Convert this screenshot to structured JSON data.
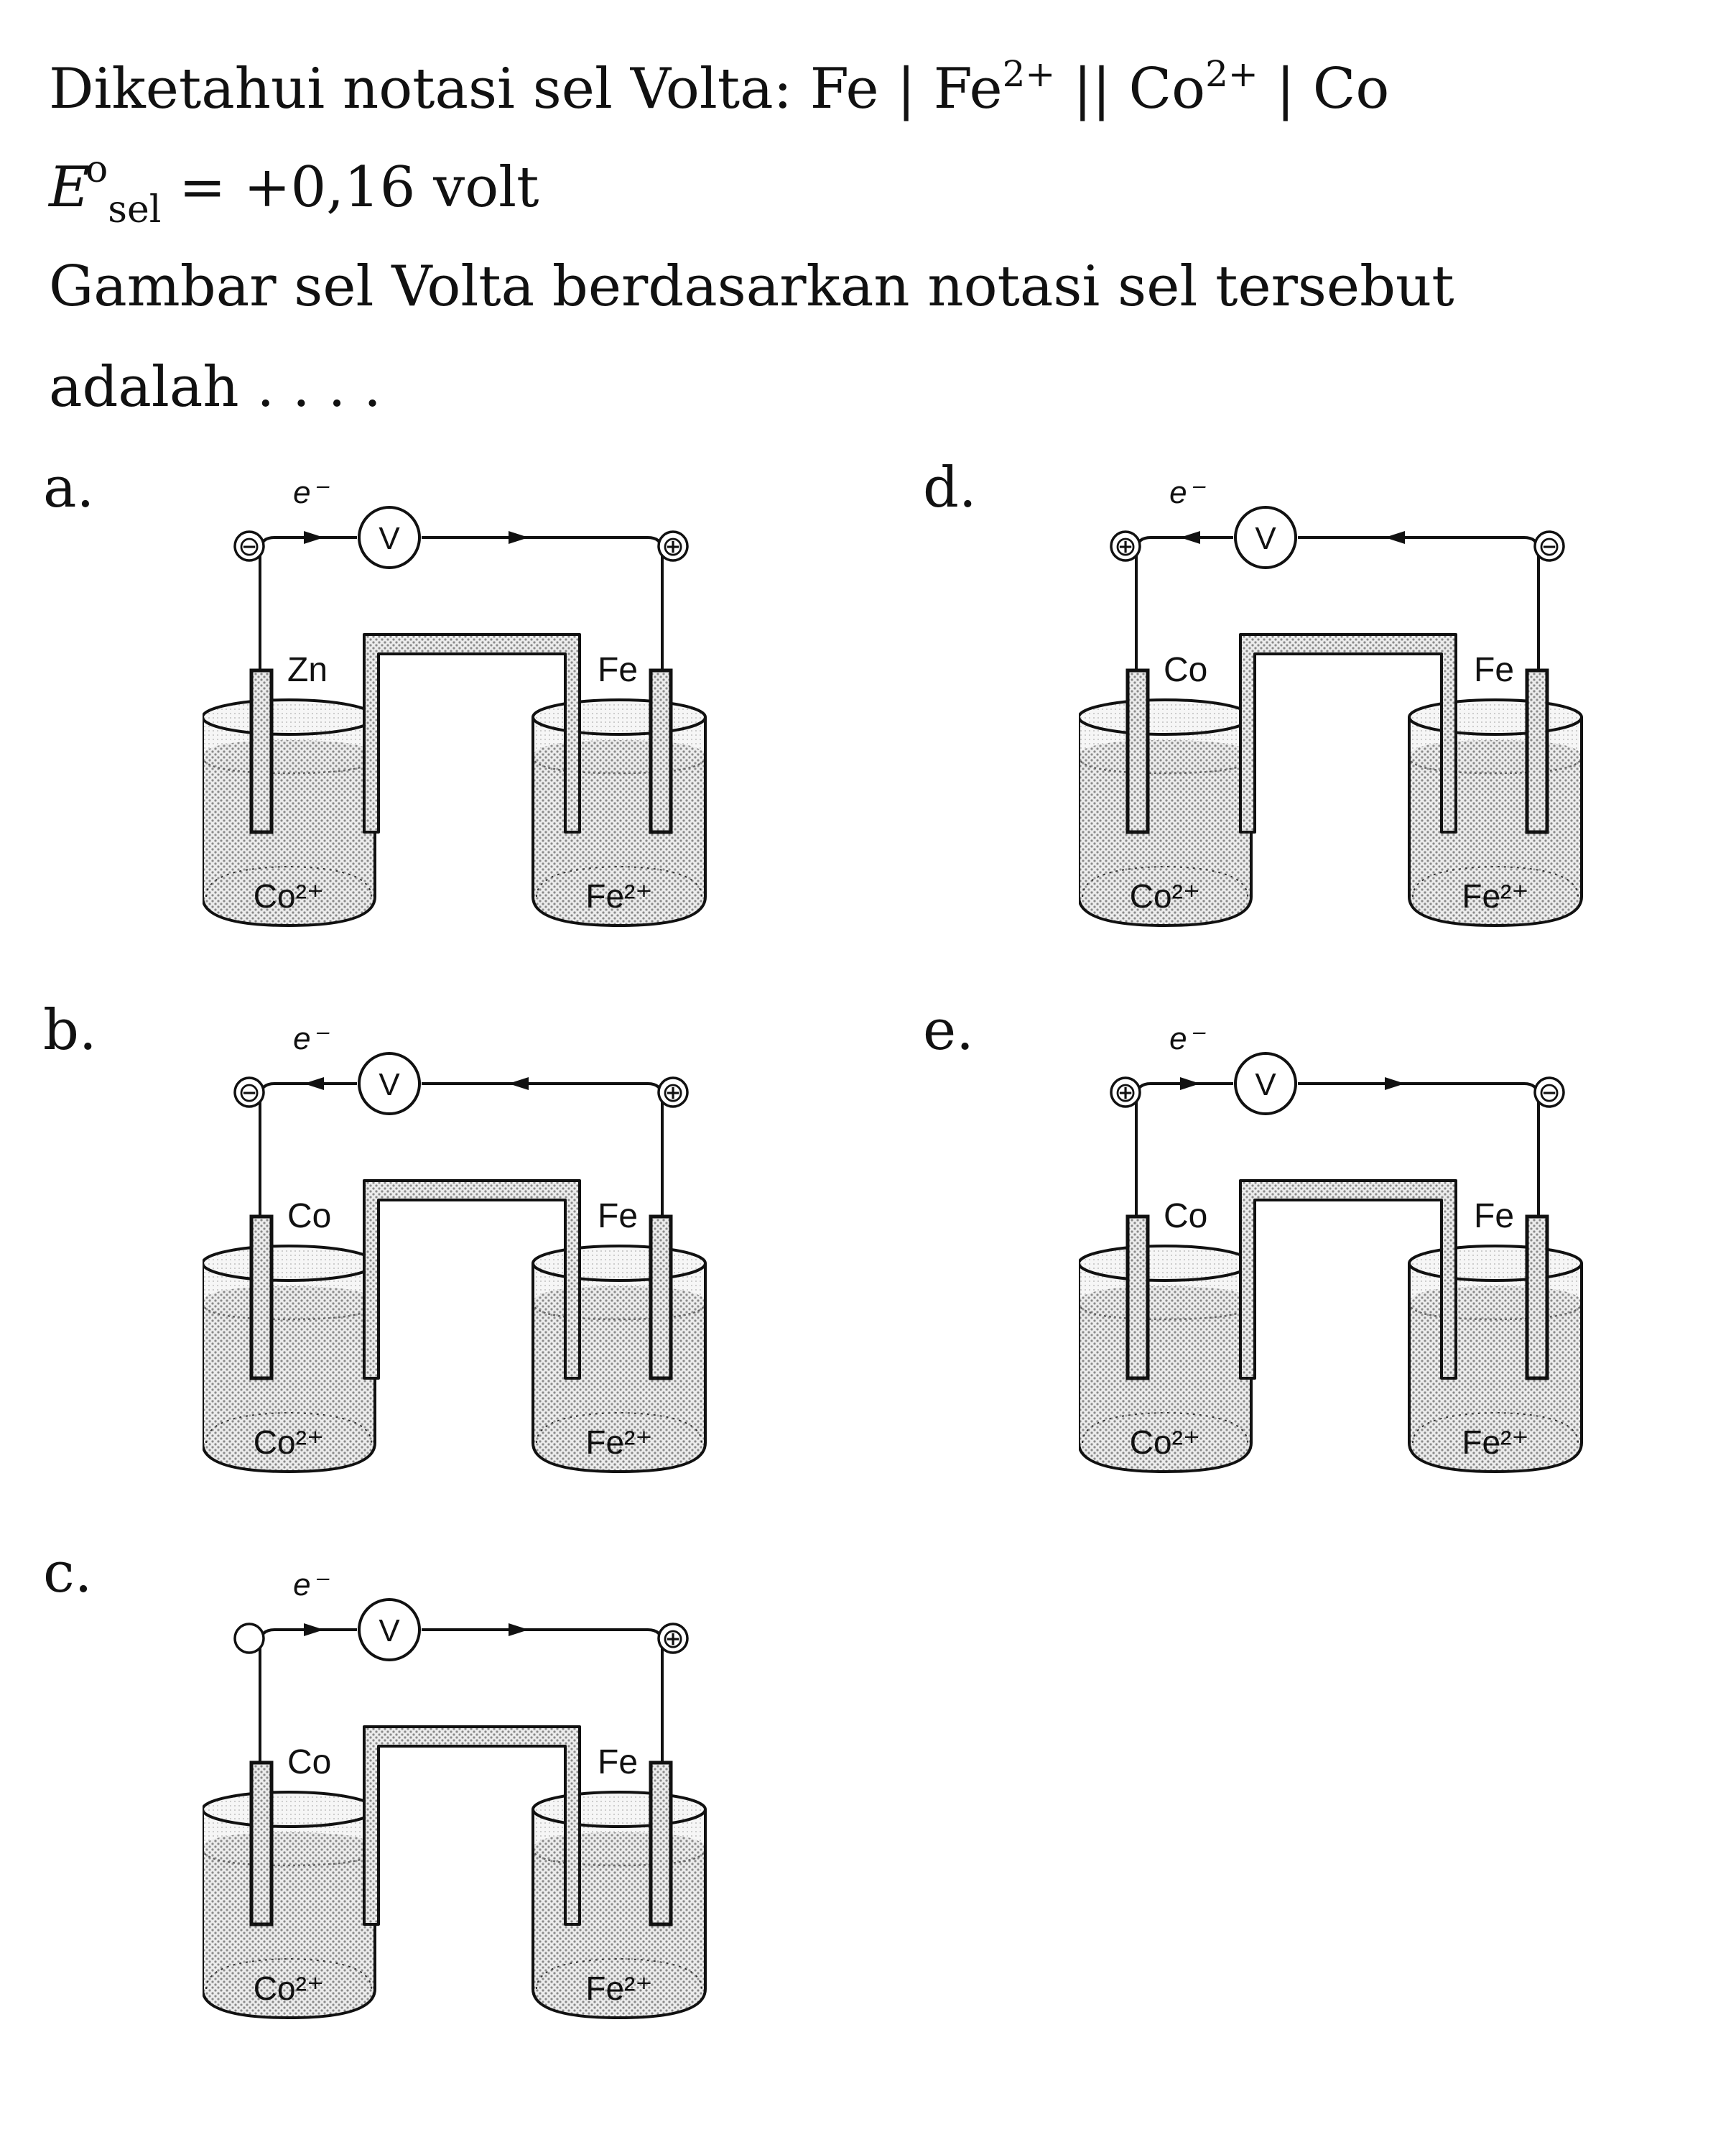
{
  "question": {
    "line1": "Diketahui notasi sel Volta: Fe | Fe",
    "line1_sup1": "2+",
    "line1_mid": " || Co",
    "line1_sup2": "2+",
    "line1_end": " | Co",
    "e_symbol": "E",
    "e_degree": "o",
    "e_sub": "sel",
    "e_value": " = +0,16 volt",
    "line3": "Gambar sel Volta berdasarkan notasi sel tersebut",
    "line4": "adalah . . . ."
  },
  "options": [
    {
      "letter": "a.",
      "left_pole": "⊖",
      "right_pole": "⊕",
      "electron": "e⁻",
      "meter": "V",
      "left_metal": "Zn",
      "right_metal": "Fe",
      "left_ion": "Co²⁺",
      "right_ion": "Fe²⁺",
      "arrow_dir": "right"
    },
    {
      "letter": "b.",
      "left_pole": "⊖",
      "right_pole": "⊕",
      "electron": "e⁻",
      "meter": "V",
      "left_metal": "Co",
      "right_metal": "Fe",
      "left_ion": "Co²⁺",
      "right_ion": "Fe²⁺",
      "arrow_dir": "left"
    },
    {
      "letter": "c.",
      "left_pole": "",
      "right_pole": "⊕",
      "electron": "e⁻",
      "meter": "V",
      "left_metal": "Co",
      "right_metal": "Fe",
      "left_ion": "Co²⁺",
      "right_ion": "Fe²⁺",
      "arrow_dir": "right"
    },
    {
      "letter": "d.",
      "left_pole": "⊕",
      "right_pole": "⊖",
      "electron": "e⁻",
      "meter": "V",
      "left_metal": "Co",
      "right_metal": "Fe",
      "left_ion": "Co²⁺",
      "right_ion": "Fe²⁺",
      "arrow_dir": "left"
    },
    {
      "letter": "e.",
      "left_pole": "⊕",
      "right_pole": "⊖",
      "electron": "e⁻",
      "meter": "V",
      "left_metal": "Co",
      "right_metal": "Fe",
      "left_ion": "Co²⁺",
      "right_ion": "Fe²⁺",
      "arrow_dir": "right"
    }
  ]
}
